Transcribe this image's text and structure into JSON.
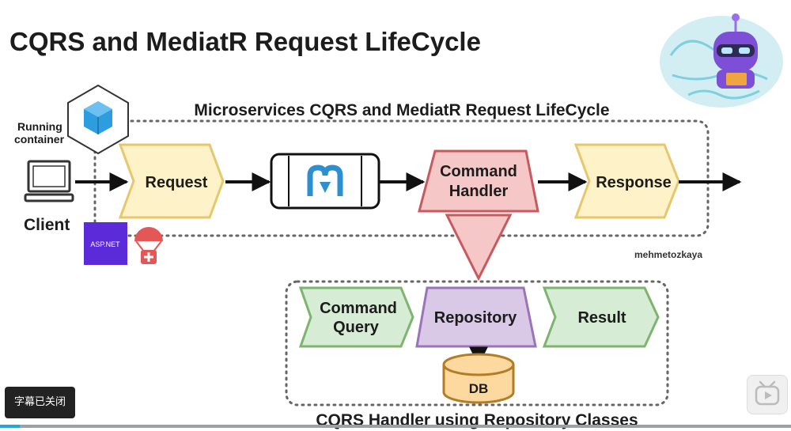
{
  "title": "CQRS and MediatR Request LifeCycle",
  "diagram": {
    "top_group_label": "Microservices CQRS and MediatR Request LifeCycle",
    "bottom_group_label": "CQRS Handler using Repository Classes",
    "running_container": [
      "Running",
      "container"
    ],
    "client": "Client",
    "aspnet": "ASP.NET",
    "request": "Request",
    "command_handler": [
      "Command",
      "Handler"
    ],
    "response": "Response",
    "watermark": "mehmetozkaya",
    "command_query": [
      "Command",
      "Query"
    ],
    "repository": "Repository",
    "result": "Result",
    "db": "DB"
  },
  "player": {
    "caption_status": "字幕已关闭",
    "progress": 0.025
  },
  "colors": {
    "yellow_fill": "#fdf2c8",
    "yellow_stroke": "#e8c66b",
    "red_fill": "#f6c7c7",
    "red_stroke": "#c8595e",
    "green_fill": "#d6ecd4",
    "green_stroke": "#7db46e",
    "purple_fill": "#d9c8e6",
    "purple_stroke": "#9b73b8",
    "db_fill": "#fdd9a0",
    "db_stroke": "#b37c27",
    "aspnet_bg": "#5b2bd9",
    "mediatr_blue": "#2b8fd0"
  }
}
